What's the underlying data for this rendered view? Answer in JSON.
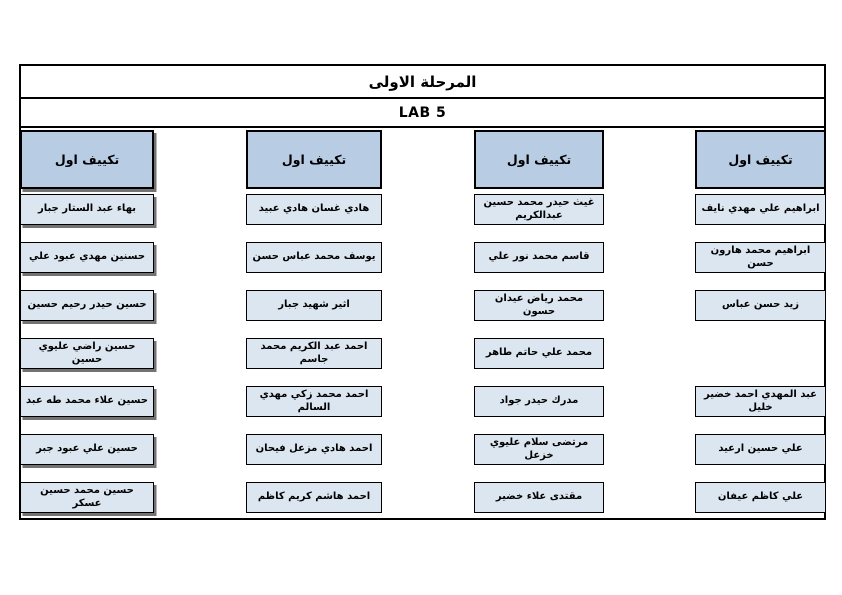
{
  "page": {
    "title": "المرحلة الاولى",
    "subtitle": "LAB 5",
    "colors": {
      "header_fill": "#b8cce4",
      "name_fill": "#dce6f1",
      "border": "#000000",
      "page_bg": "#ffffff"
    }
  },
  "columns": [
    {
      "header": "تكييف اول",
      "shadow": true,
      "students": [
        {
          "row": 1,
          "name": "بهاء عبد الستار جبار"
        },
        {
          "row": 2,
          "name": "حسنين مهدي عبود علي"
        },
        {
          "row": 3,
          "name": "حسين حيدر رحيم حسين"
        },
        {
          "row": 4,
          "name": "حسين راضي عليوي حسين"
        },
        {
          "row": 5,
          "name": "حسين علاء محمد طه عبد"
        },
        {
          "row": 6,
          "name": "حسين علي عبود جبر"
        },
        {
          "row": 7,
          "name": "حسين محمد حسين عسكر"
        }
      ]
    },
    {
      "header": "تكييف اول",
      "shadow": false,
      "students": [
        {
          "row": 1,
          "name": "هادي غسان هادي عبيد"
        },
        {
          "row": 2,
          "name": "يوسف محمد عباس حسن"
        },
        {
          "row": 3,
          "name": "اثير شهيد جبار"
        },
        {
          "row": 4,
          "name": "احمد عبد الكريم محمد جاسم"
        },
        {
          "row": 5,
          "name": "احمد محمد زكي مهدي السالم"
        },
        {
          "row": 6,
          "name": "احمد هادي مزعل فيحان"
        },
        {
          "row": 7,
          "name": "احمد هاشم كريم كاظم"
        }
      ]
    },
    {
      "header": "تكييف اول",
      "shadow": false,
      "students": [
        {
          "row": 1,
          "name": "غيث حيدر محمد حسين عبدالكريم"
        },
        {
          "row": 2,
          "name": "قاسم محمد نور علي"
        },
        {
          "row": 3,
          "name": "محمد رياض عيدان حسون"
        },
        {
          "row": 4,
          "name": "محمد علي حاتم طاهر"
        },
        {
          "row": 5,
          "name": "مدرك حيدر جواد"
        },
        {
          "row": 6,
          "name": "مرتضى سلام عليوي خزعل"
        },
        {
          "row": 7,
          "name": "مقتدى علاء خضير"
        }
      ]
    },
    {
      "header": "تكييف اول",
      "shadow": false,
      "students": [
        {
          "row": 1,
          "name": "ابراهيم علي مهدي نايف"
        },
        {
          "row": 2,
          "name": "ابراهيم محمد هارون حسن"
        },
        {
          "row": 3,
          "name": "زيد حسن عباس"
        },
        {
          "row": 5,
          "name": "عبد المهدي احمد خضير خليل"
        },
        {
          "row": 6,
          "name": "علي حسين ارعيد"
        },
        {
          "row": 7,
          "name": "علي كاظم عيفان"
        }
      ]
    }
  ]
}
